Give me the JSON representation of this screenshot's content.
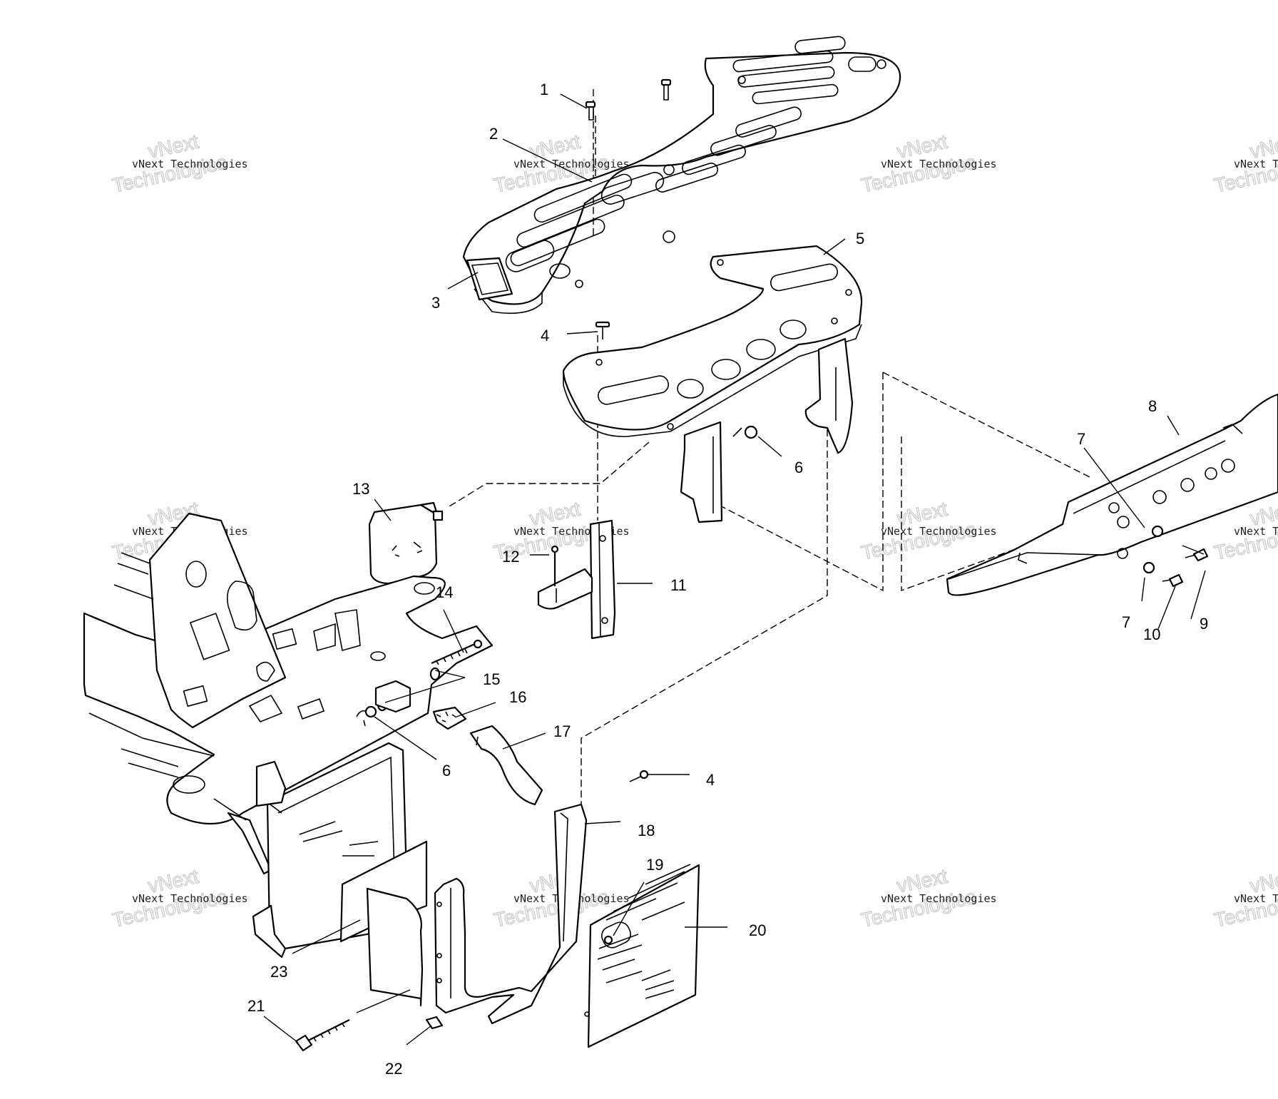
{
  "callouts": [
    {
      "id": "c1",
      "label": "1"
    },
    {
      "id": "c2",
      "label": "2"
    },
    {
      "id": "c3",
      "label": "3"
    },
    {
      "id": "c4a",
      "label": "4"
    },
    {
      "id": "c5",
      "label": "5"
    },
    {
      "id": "c6a",
      "label": "6"
    },
    {
      "id": "c7a",
      "label": "7"
    },
    {
      "id": "c8",
      "label": "8"
    },
    {
      "id": "c7b",
      "label": "7"
    },
    {
      "id": "c10",
      "label": "10"
    },
    {
      "id": "c9",
      "label": "9"
    },
    {
      "id": "c13",
      "label": "13"
    },
    {
      "id": "c12",
      "label": "12"
    },
    {
      "id": "c11",
      "label": "11"
    },
    {
      "id": "c14",
      "label": "14"
    },
    {
      "id": "c15",
      "label": "15"
    },
    {
      "id": "c16",
      "label": "16"
    },
    {
      "id": "c6b",
      "label": "6"
    },
    {
      "id": "c17",
      "label": "17"
    },
    {
      "id": "c4b",
      "label": "4"
    },
    {
      "id": "c18",
      "label": "18"
    },
    {
      "id": "c19",
      "label": "19"
    },
    {
      "id": "c20",
      "label": "20"
    },
    {
      "id": "c23",
      "label": "23"
    },
    {
      "id": "c21",
      "label": "21"
    },
    {
      "id": "c22",
      "label": "22"
    }
  ],
  "watermark": {
    "line1": "vNext Technologies",
    "line2": "vNext",
    "line3": "Technologies"
  }
}
